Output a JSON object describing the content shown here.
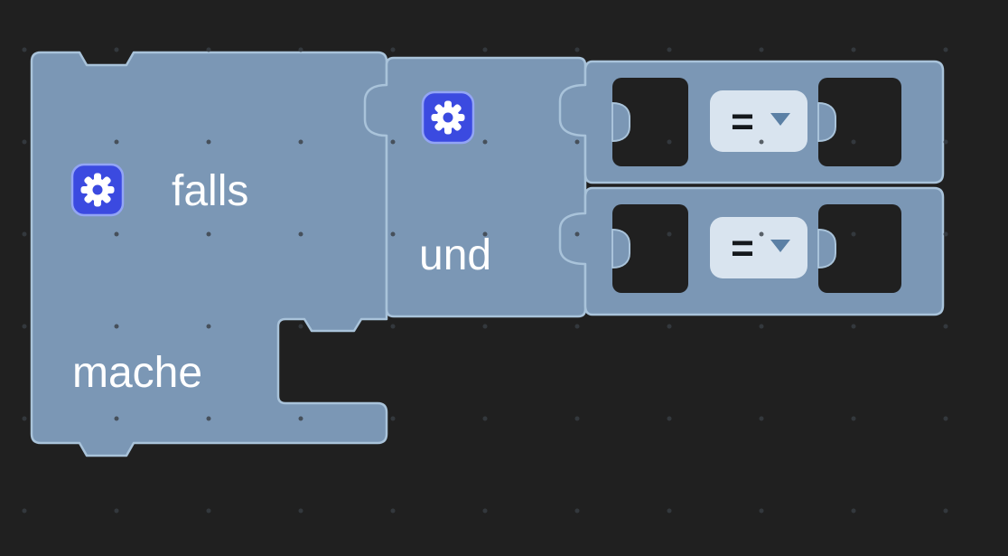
{
  "workspace": {
    "background_color": "#202020",
    "grid_dot_color": "#383e45",
    "colors": {
      "block_fill": "#7b97b5",
      "block_border": "#a9c3da",
      "socket_fill": "#202020",
      "gear_fill": "#3b4ae0",
      "gear_border": "#93a5f5",
      "gear_glyph": "#ffffff",
      "dropdown_fill": "#d9e4ef",
      "dropdown_text": "#14181c",
      "dropdown_caret": "#5b80a5",
      "label_color": "#ffffff"
    },
    "blocks": {
      "if_block": {
        "label_if": "falls",
        "label_do": "mache",
        "mutator_icon": "gear-icon"
      },
      "and_block": {
        "label": "und",
        "mutator_icon": "gear-icon"
      },
      "compare_blocks": [
        {
          "operator": "=",
          "left_socket": "empty",
          "right_socket": "empty"
        },
        {
          "operator": "=",
          "left_socket": "empty",
          "right_socket": "empty"
        }
      ]
    }
  }
}
